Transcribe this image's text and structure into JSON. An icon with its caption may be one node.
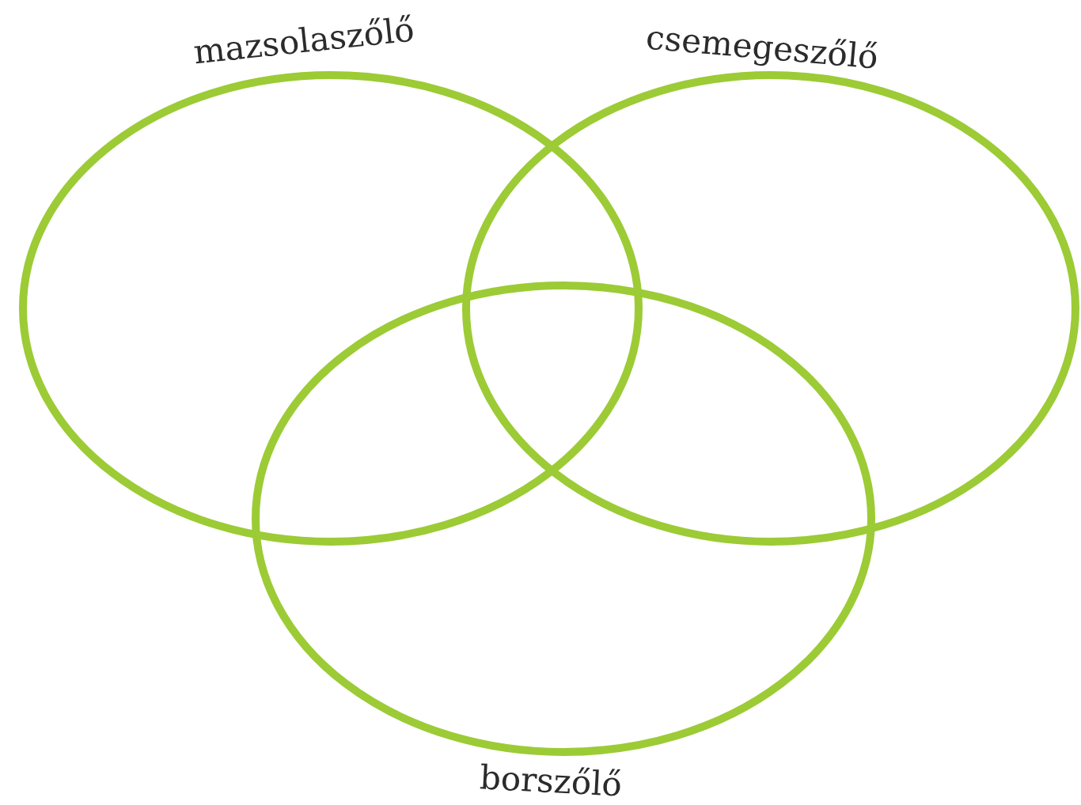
{
  "diagram": {
    "nodes": [
      {
        "text": [
          "mazsolaszőlő"
        ]
      },
      {
        "text": [
          "csemegeszőlő"
        ]
      },
      {
        "text": [
          "borszőlő"
        ]
      }
    ]
  }
}
